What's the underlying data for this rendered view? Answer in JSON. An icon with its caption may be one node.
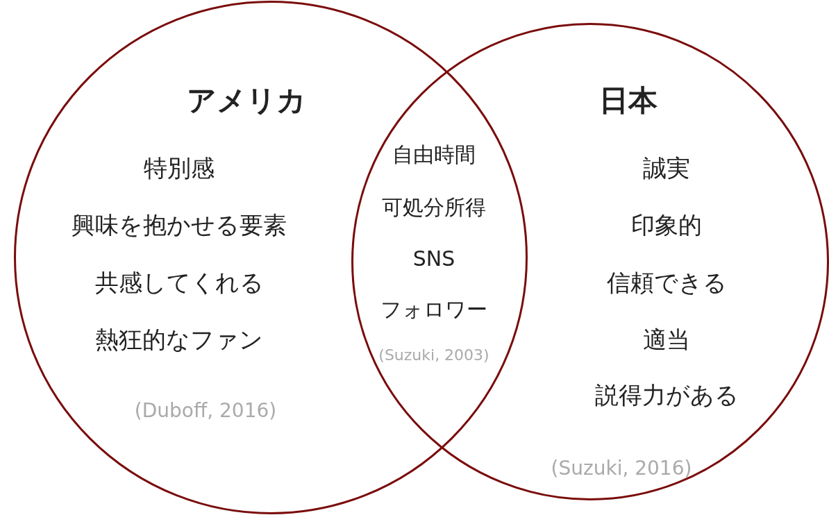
{
  "diagram": {
    "nodes": [
      {
        "text": [
          "アメリカ",
          "特別感",
          "興味を抱かせる要素",
          "共感してくれる",
          "熱狂的なファン",
          "(Duboff, 2016)"
        ]
      },
      {
        "text": [
          "日本",
          "誠実",
          "印象的",
          "信頼できる",
          "適当",
          "説得力がある",
          "(Suzuki, 2016)"
        ]
      }
    ],
    "labels": [
      "自由時間",
      "可処分所得",
      "SNS",
      "フォロワー",
      "(Suzuki, 2003)"
    ]
  }
}
